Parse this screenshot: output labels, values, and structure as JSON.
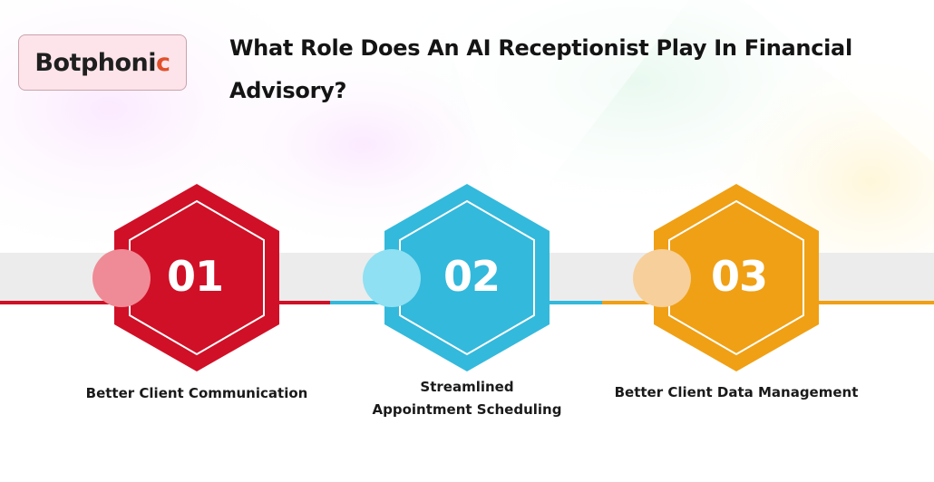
{
  "brand": {
    "name_main": "Botphoni",
    "name_accent": "c",
    "accent_color": "#e0502a"
  },
  "title": "What Role Does An AI Receptionist Play In Financial Advisory?",
  "steps": [
    {
      "number": "01",
      "label": "Better Client Communication",
      "color": "#d01027",
      "circle_color": "#ef8b96"
    },
    {
      "number": "02",
      "label": "Streamlined\nAppointment Scheduling",
      "color": "#33b9dc",
      "circle_color": "#8fe0f2"
    },
    {
      "number": "03",
      "label": "Better Client Data Management",
      "color": "#f0a014",
      "circle_color": "#f7cf9a"
    }
  ]
}
